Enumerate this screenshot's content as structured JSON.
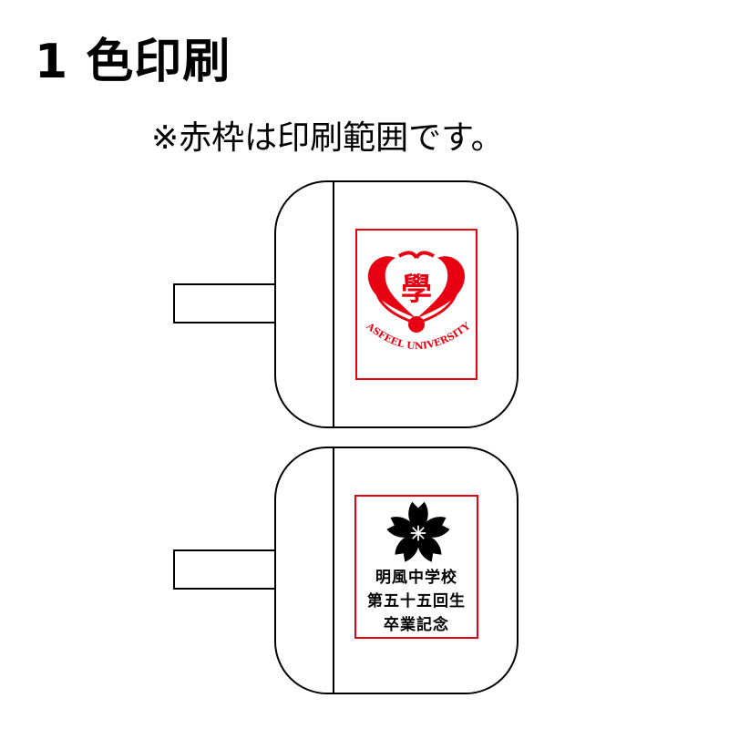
{
  "heading": "1 色印刷",
  "note": "※赤枠は印刷範囲です。",
  "colors": {
    "print_frame": "#e60012",
    "outline": "#000000"
  },
  "products": [
    {
      "design": "university-emblem",
      "emblem_glyph": "學",
      "emblem_text": "ASFEEL UNIVERSITY"
    },
    {
      "design": "sakura-text",
      "lines": [
        "明風中学校",
        "第五十五回生",
        "卒業記念"
      ]
    }
  ]
}
